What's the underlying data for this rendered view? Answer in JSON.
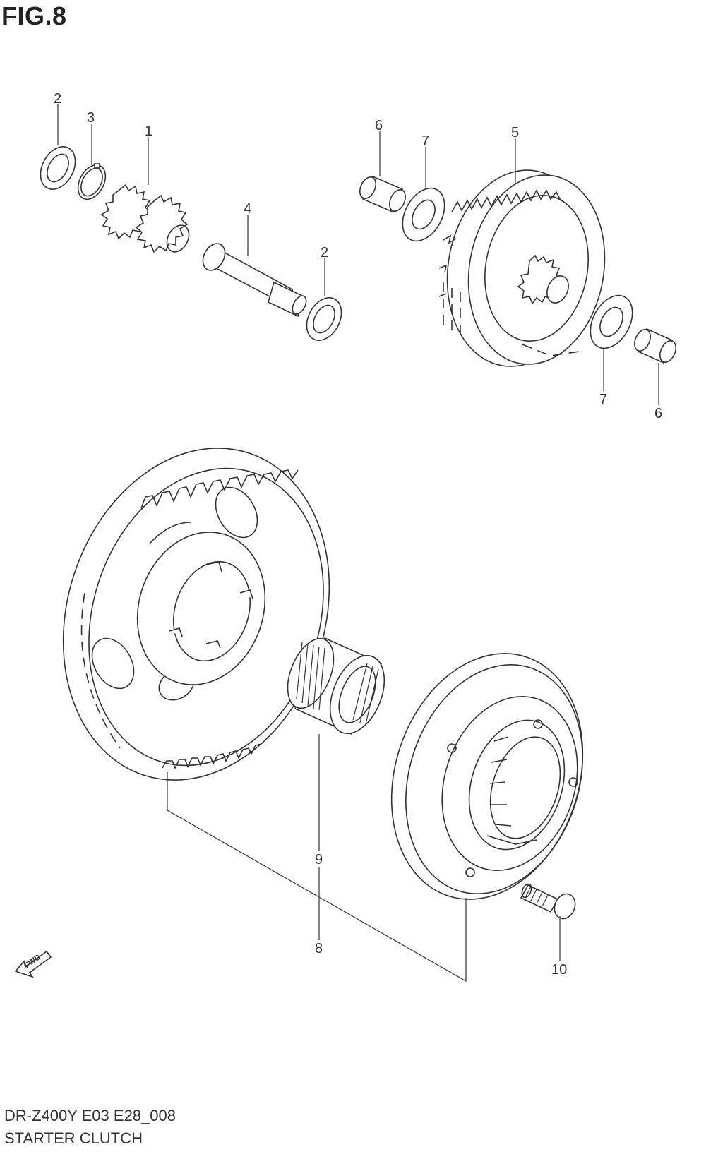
{
  "figure": {
    "title": "FIG.8",
    "model_code": "DR-Z400Y E03 E28_008",
    "assembly_name": "STARTER CLUTCH"
  },
  "fwd_marker": {
    "label": "FWD",
    "icon": "fwd-arrow-icon"
  },
  "callouts": [
    {
      "ref": "2a",
      "number": "2",
      "part": "washer"
    },
    {
      "ref": "3",
      "number": "3",
      "part": "circlip"
    },
    {
      "ref": "1",
      "number": "1",
      "part": "idle gear"
    },
    {
      "ref": "4",
      "number": "4",
      "part": "idle gear shaft"
    },
    {
      "ref": "2b",
      "number": "2",
      "part": "washer"
    },
    {
      "ref": "6a",
      "number": "6",
      "part": "bush"
    },
    {
      "ref": "7a",
      "number": "7",
      "part": "washer"
    },
    {
      "ref": "5",
      "number": "5",
      "part": "starter driven gear"
    },
    {
      "ref": "7b",
      "number": "7",
      "part": "washer"
    },
    {
      "ref": "6b",
      "number": "6",
      "part": "bush"
    },
    {
      "ref": "9",
      "number": "9",
      "part": "needle bearing"
    },
    {
      "ref": "8",
      "number": "8",
      "part": "starter clutch assembly"
    },
    {
      "ref": "10",
      "number": "10",
      "part": "bolt"
    }
  ]
}
